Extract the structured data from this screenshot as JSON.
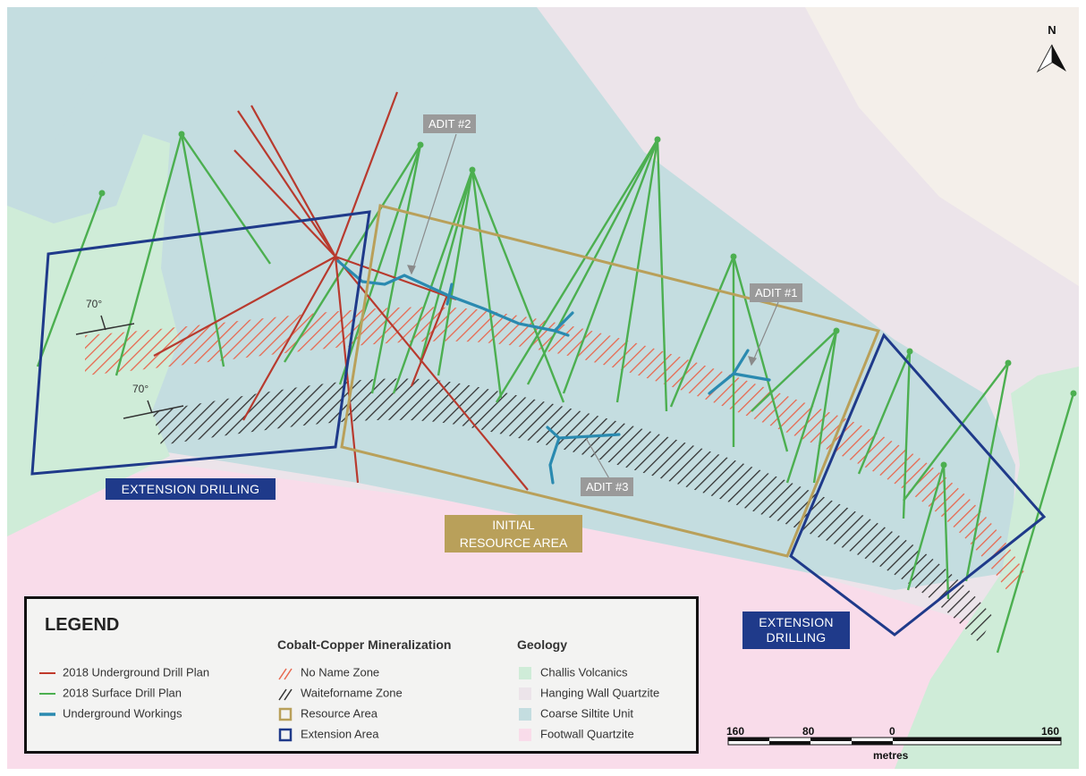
{
  "north_label": "N",
  "labels": {
    "extension_drilling_west": "EXTENSION DRILLING",
    "extension_drilling_east_line1": "EXTENSION",
    "extension_drilling_east_line2": "DRILLING",
    "initial_resource_line1": "INITIAL",
    "initial_resource_line2": "RESOURCE AREA",
    "adit1": "ADIT #1",
    "adit2": "ADIT #2",
    "adit3": "ADIT #3",
    "dip_upper": "70°",
    "dip_lower": "70°"
  },
  "legend": {
    "title": "LEGEND",
    "drill_items": [
      {
        "label": "2018 Underground Drill Plan",
        "color": "#c0392b"
      },
      {
        "label": "2018 Surface Drill Plan",
        "color": "#4caf50"
      },
      {
        "label": "Underground Workings",
        "color": "#2a8ab0"
      }
    ],
    "mineralization_header": "Cobalt-Copper Mineralization",
    "mineralization_items": [
      {
        "label": "No Name Zone",
        "color": "#e8684f"
      },
      {
        "label": "Waiteforname Zone",
        "color": "#333333"
      },
      {
        "label": "Resource Area",
        "color": "#b9a05a"
      },
      {
        "label": "Extension Area",
        "color": "#1f3a8a"
      }
    ],
    "geology_header": "Geology",
    "geology_items": [
      {
        "label": "Challis Volcanics",
        "color": "#cfecd8"
      },
      {
        "label": "Hanging Wall Quartzite",
        "color": "#ece4ea"
      },
      {
        "label": "Coarse Siltite Unit",
        "color": "#c4dde0"
      },
      {
        "label": "Footwall Quartzite",
        "color": "#f9dcea"
      }
    ]
  },
  "scale": {
    "ticks": [
      "160",
      "80",
      "0",
      "160"
    ],
    "unit": "metres"
  }
}
